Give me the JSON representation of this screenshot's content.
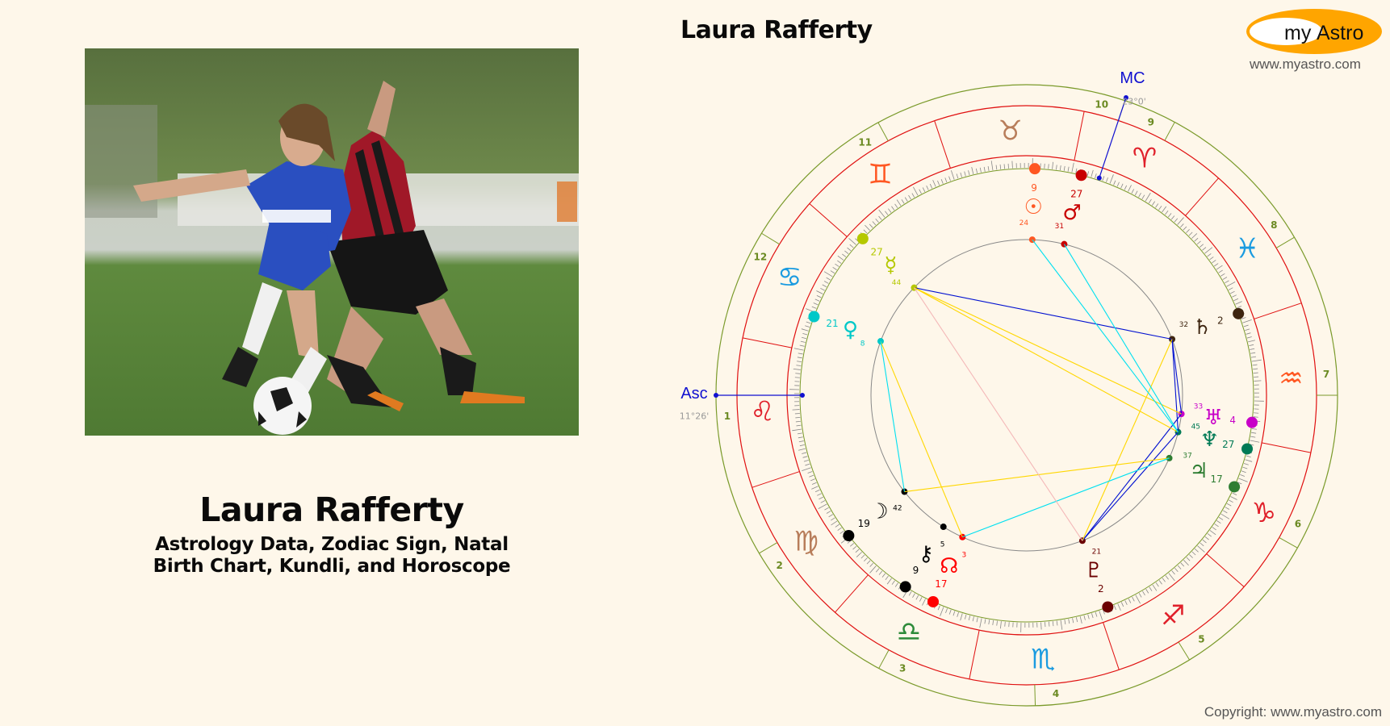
{
  "page": {
    "title": "Laura Rafferty",
    "subtitle_line1": "Astrology Data, Zodiac Sign, Natal",
    "subtitle_line2": "Birth Chart, Kundli, and Horoscope",
    "photo_alt": "Laura Rafferty playing football in a blue kit"
  },
  "brand": {
    "logo_my": "my",
    "logo_astro": "Astro",
    "url": "www.myastro.com",
    "copyright": "Copyright: www.myastro.com",
    "logo_color": "#ffa500"
  },
  "chart_data": {
    "type": "natal-wheel",
    "title": "Laura Rafferty",
    "ascendant": {
      "label": "Asc",
      "value": "11°26'",
      "sign": "Leo"
    },
    "midheaven": {
      "label": "MC",
      "value": "23°0'",
      "sign": "Aries"
    },
    "houses": [
      "1",
      "2",
      "3",
      "4",
      "5",
      "6",
      "7",
      "8",
      "9",
      "10",
      "11",
      "12"
    ],
    "signs": [
      {
        "name": "Aries",
        "glyph": "♈",
        "color": "#e0202a"
      },
      {
        "name": "Taurus",
        "glyph": "♉",
        "color": "#b87d5a"
      },
      {
        "name": "Gemini",
        "glyph": "♊",
        "color": "#ff5722"
      },
      {
        "name": "Cancer",
        "glyph": "♋",
        "color": "#1a9be0"
      },
      {
        "name": "Leo",
        "glyph": "♌",
        "color": "#e0202a"
      },
      {
        "name": "Virgo",
        "glyph": "♍",
        "color": "#b87d5a"
      },
      {
        "name": "Libra",
        "glyph": "♎",
        "color": "#2e8b3a"
      },
      {
        "name": "Scorpio",
        "glyph": "♏",
        "color": "#1a9be0"
      },
      {
        "name": "Sagittarius",
        "glyph": "♐",
        "color": "#e0202a"
      },
      {
        "name": "Capricorn",
        "glyph": "♑",
        "color": "#e0202a"
      },
      {
        "name": "Aquarius",
        "glyph": "♒",
        "color": "#ff5722"
      },
      {
        "name": "Pisces",
        "glyph": "♓",
        "color": "#1a9be0"
      }
    ],
    "planets": [
      {
        "name": "Sun",
        "glyph": "☉",
        "degree": "9",
        "minute": "24",
        "sign": "Taurus",
        "color": "#ff5722"
      },
      {
        "name": "Moon",
        "glyph": "☽",
        "degree": "19",
        "minute": "42",
        "sign": "Virgo",
        "color": "#000000"
      },
      {
        "name": "Mercury",
        "glyph": "☿",
        "degree": "27",
        "minute": "44",
        "sign": "Gemini",
        "color": "#b5c800"
      },
      {
        "name": "Venus",
        "glyph": "♀",
        "degree": "21",
        "minute": "8",
        "sign": "Cancer",
        "color": "#00c8c8"
      },
      {
        "name": "Mars",
        "glyph": "♂",
        "degree": "27",
        "minute": "31",
        "sign": "Aries",
        "color": "#c80000"
      },
      {
        "name": "Jupiter",
        "glyph": "♃",
        "degree": "17",
        "minute": "37",
        "sign": "Capricorn",
        "color": "#2e7d32"
      },
      {
        "name": "Saturn",
        "glyph": "♄",
        "degree": "2",
        "minute": "32",
        "sign": "Pisces",
        "color": "#3e2510"
      },
      {
        "name": "Uranus",
        "glyph": "♅",
        "degree": "4",
        "minute": "33",
        "sign": "Aquarius",
        "color": "#c800c8"
      },
      {
        "name": "Neptune",
        "glyph": "♆",
        "degree": "27",
        "minute": "45",
        "sign": "Capricorn",
        "color": "#007a55"
      },
      {
        "name": "Pluto",
        "glyph": "♇",
        "degree": "2",
        "minute": "21",
        "sign": "Sagittarius",
        "color": "#6b0000"
      },
      {
        "name": "Chiron",
        "glyph": "⚷",
        "degree": "9",
        "minute": "5",
        "sign": "Libra",
        "color": "#000000"
      },
      {
        "name": "North Node",
        "glyph": "☊",
        "degree": "17",
        "minute": "3",
        "sign": "Libra",
        "color": "#ff0000"
      }
    ],
    "aspect_colors": {
      "trine": "#ffd700",
      "square": "#00e0f0",
      "sextile": "#0010d0",
      "opposition": "#f4b8b8"
    }
  }
}
